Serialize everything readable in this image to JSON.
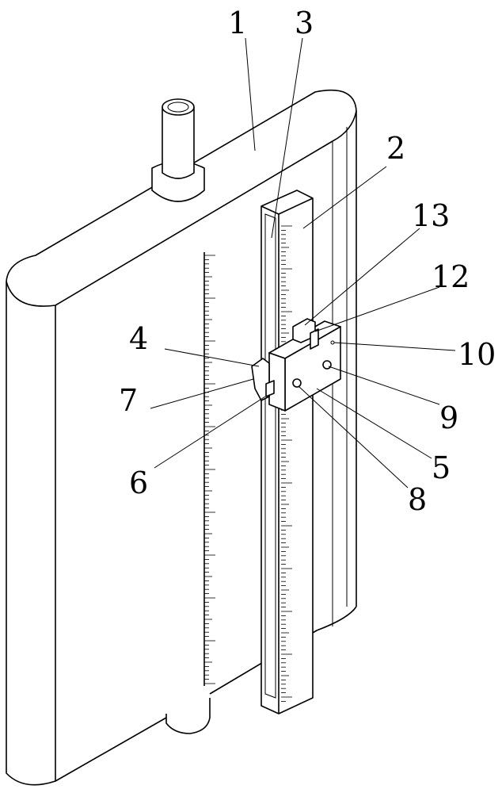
{
  "figure": {
    "labels": [
      {
        "id": "1",
        "text": "1"
      },
      {
        "id": "2",
        "text": "2"
      },
      {
        "id": "3",
        "text": "3"
      },
      {
        "id": "4",
        "text": "4"
      },
      {
        "id": "5",
        "text": "5"
      },
      {
        "id": "6",
        "text": "6"
      },
      {
        "id": "7",
        "text": "7"
      },
      {
        "id": "8",
        "text": "8"
      },
      {
        "id": "9",
        "text": "9"
      },
      {
        "id": "10",
        "text": "10"
      },
      {
        "id": "12",
        "text": "12"
      },
      {
        "id": "13",
        "text": "13"
      }
    ]
  }
}
